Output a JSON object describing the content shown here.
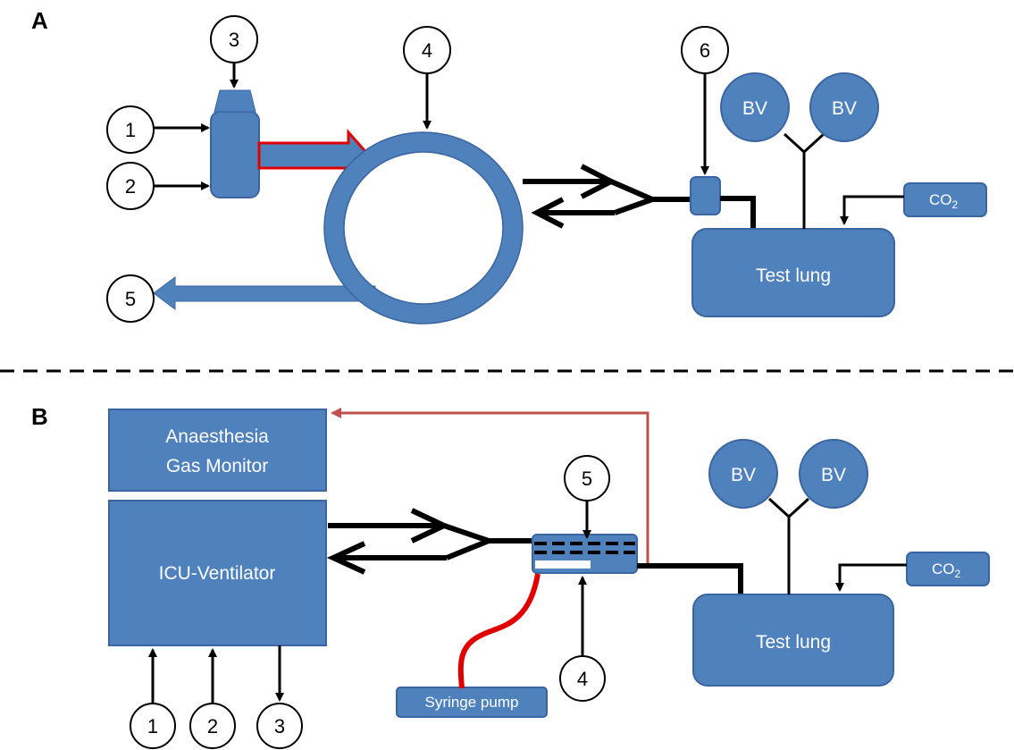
{
  "panel_a": {
    "label": "A",
    "callouts": [
      "1",
      "2",
      "3",
      "4",
      "5",
      "6"
    ],
    "bv_left": "BV",
    "bv_right": "BV",
    "co2_main": "CO",
    "co2_sub": "2",
    "test_lung": "Test lung"
  },
  "panel_b": {
    "label": "B",
    "gas_monitor_line1": "Anaesthesia",
    "gas_monitor_line2": "Gas Monitor",
    "ventilator": "ICU-Ventilator",
    "callouts": [
      "1",
      "2",
      "3",
      "4",
      "5"
    ],
    "syringe_pump": "Syringe pump",
    "bv_left": "BV",
    "bv_right": "BV",
    "co2_main": "CO",
    "co2_sub": "2",
    "test_lung": "Test lung"
  },
  "colors": {
    "box_fill": "#4f81bd",
    "box_stroke": "#3a65a0",
    "red_line": "#e00000",
    "sample_line": "#c0504d"
  }
}
